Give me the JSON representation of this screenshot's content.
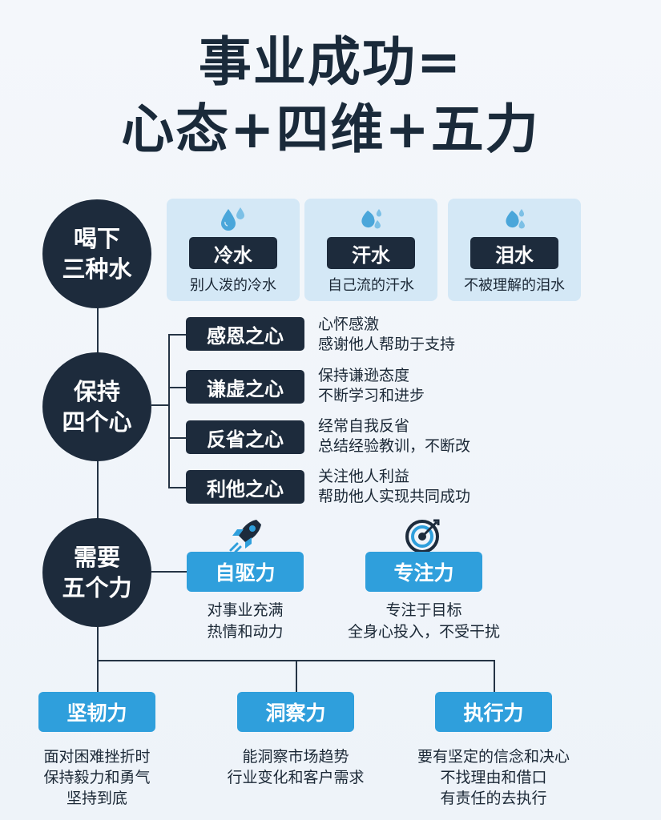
{
  "title": {
    "line1": "事业成功=",
    "line2": "心态+四维+五力"
  },
  "section1": {
    "label_line1": "喝下",
    "label_line2": "三种水",
    "items": [
      {
        "name": "冷水",
        "desc": "别人泼的冷水",
        "icon": "water-drops-icon"
      },
      {
        "name": "汗水",
        "desc": "自己流的汗水",
        "icon": "sweat-drops-icon"
      },
      {
        "name": "泪水",
        "desc": "不被理解的泪水",
        "icon": "tear-drops-icon"
      }
    ]
  },
  "section2": {
    "label_line1": "保持",
    "label_line2": "四个心",
    "items": [
      {
        "name": "感恩之心",
        "desc1": "心怀感激",
        "desc2": "感谢他人帮助于支持"
      },
      {
        "name": "谦虚之心",
        "desc1": "保持谦逊态度",
        "desc2": "不断学习和进步"
      },
      {
        "name": "反省之心",
        "desc1": "经常自我反省",
        "desc2": "总结经验教训，不断改"
      },
      {
        "name": "利他之心",
        "desc1": "关注他人利益",
        "desc2": "帮助他人实现共同成功"
      }
    ]
  },
  "section3": {
    "label_line1": "需要",
    "label_line2": "五个力",
    "top_items": [
      {
        "name": "自驱力",
        "desc1": "对事业充满",
        "desc2": "热情和动力",
        "icon": "rocket-icon"
      },
      {
        "name": "专注力",
        "desc1": "专注于目标",
        "desc2": "全身心投入，不受干扰",
        "icon": "target-icon"
      }
    ],
    "bottom_items": [
      {
        "name": "坚韧力",
        "desc1": "面对困难挫折时",
        "desc2": "保持毅力和勇气",
        "desc3": "坚持到底"
      },
      {
        "name": "洞察力",
        "desc1": "能洞察市场趋势",
        "desc2": "行业变化和客户需求",
        "desc3": ""
      },
      {
        "name": "执行力",
        "desc1": "要有坚定的信念和决心",
        "desc2": "不找理由和借口",
        "desc3": "有责任的去执行"
      }
    ]
  },
  "colors": {
    "dark": "#1d2b3c",
    "blue": "#2f9fdc",
    "card": "#d4e8f6",
    "water": "#4aa6da"
  }
}
